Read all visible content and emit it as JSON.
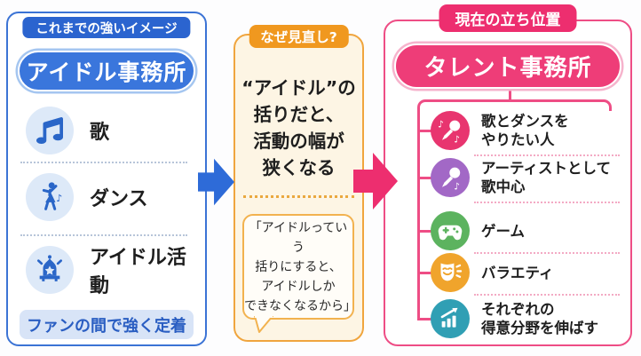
{
  "left": {
    "badge": "これまでの強いイメージ",
    "title": "アイドル事務所",
    "items": [
      {
        "icon": "music-note-icon",
        "label": "歌"
      },
      {
        "icon": "dancer-icon",
        "label": "ダンス"
      },
      {
        "icon": "idol-stage-icon",
        "label": "アイドル活動"
      }
    ],
    "footer": "ファンの間で強く定着"
  },
  "middle": {
    "badge": "なぜ見直し?",
    "statement": "“アイドル”の\n括りだと、\n活動の幅が\n狭くなる",
    "quote": "「アイドルっていう\n括りにすると、\nアイドルしか\nできなくなるから」"
  },
  "right": {
    "badge": "現在の立ち位置",
    "title": "タレント事務所",
    "items": [
      {
        "icon": "microphone-notes-icon",
        "color": "#e8356f",
        "label": "歌とダンスを\nやりたい人"
      },
      {
        "icon": "microphone-note-icon",
        "color": "#a268c6",
        "label": "アーティストとして\n歌中心"
      },
      {
        "icon": "game-controller-icon",
        "color": "#5cb35f",
        "label": "ゲーム"
      },
      {
        "icon": "theater-mask-icon",
        "color": "#f0a42c",
        "label": "バラエティ"
      },
      {
        "icon": "growth-chart-icon",
        "color": "#309fb4",
        "label": "それぞれの\n得意分野を伸ばす"
      }
    ]
  },
  "colors": {
    "blue": "#2e6bd8",
    "blue_badge": "#2b64cf",
    "blue_pill": "#3a76dc",
    "blue_ring": "#a5c6f0",
    "blue_border": "#3b73d5",
    "blue_circle": "#dde9f8",
    "blue_icon": "#2a66c8",
    "footer_bg": "#d8e4f7",
    "footer_text": "#2a5ec2",
    "dot_blue": "#b7c5d9",
    "orange": "#f0981f",
    "orange_border": "#f0a53e",
    "cream": "#fdf5e4",
    "bubble_bg": "#fffdf8",
    "bubble_border": "#f2b24f",
    "dot_orange": "#eaa83f",
    "pink": "#ed2e6f",
    "pink_border": "#ee4d85",
    "pink_pill": "#ee3d78",
    "pink_ring": "#f6b3cc",
    "dot_pink": "#f3aac4",
    "tree": "#ee4d85",
    "text": "#1e1e1e"
  }
}
